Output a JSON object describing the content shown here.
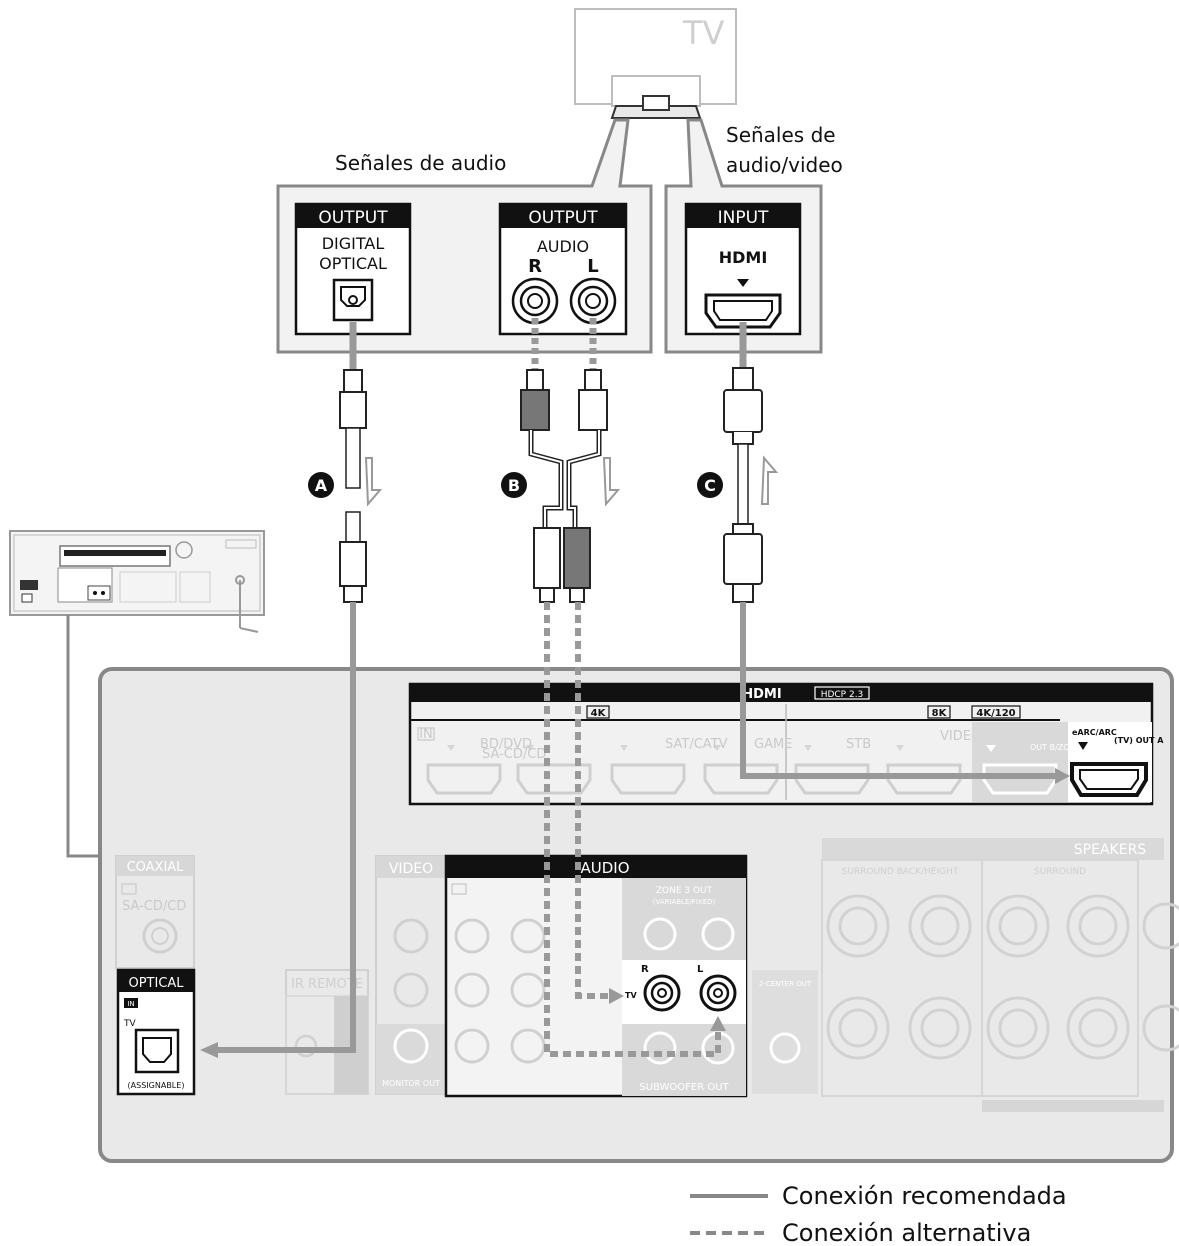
{
  "tv": {
    "label": "TV"
  },
  "panels": {
    "audio_signals_label": "Señales de audio",
    "av_signals_label_line1": "Señales de",
    "av_signals_label_line2": "audio/video",
    "optical_out": {
      "header": "OUTPUT",
      "line1": "DIGITAL",
      "line2": "OPTICAL"
    },
    "analog_out": {
      "header": "OUTPUT",
      "line1": "AUDIO",
      "r": "R",
      "l": "L"
    },
    "hdmi_in": {
      "header": "INPUT",
      "line1": "HDMI"
    }
  },
  "cables": {
    "a": "A",
    "b": "B",
    "c": "C"
  },
  "receiver": {
    "hdmi_bar": "HDMI",
    "hdcp": "HDCP 2.3",
    "k4": "4K",
    "k8": "8K",
    "k4_120": "4K/120",
    "in_tag": "IN",
    "hdmi_in_labels": [
      "BD/DVD",
      "SA-CD/CD",
      "SAT/CATV",
      "GAME",
      "STB",
      "VIDEO"
    ],
    "out_b_zone": "OUT B/ZONE",
    "earc": "eARC/ARC",
    "tv_out_a": "(TV) OUT A",
    "coaxial": "COAXIAL",
    "coax_sub": "SA-CD/CD",
    "video": "VIDEO",
    "audio": "AUDIO",
    "zone3_out": "ZONE 3 OUT",
    "zone3_sub": "(VARIABLE/FIXED)",
    "jack_r": "R",
    "jack_l": "L",
    "jack_tv": "TV",
    "ir_remote": "IR REMOTE",
    "subwoofer_out": "SUBWOOFER OUT",
    "monitor_out": "MONITOR OUT",
    "center_out": "2-CENTER OUT",
    "speakers": "SPEAKERS",
    "surround_back": "SURROUND BACK/HEIGHT",
    "surround": "SURROUND",
    "optical": "OPTICAL",
    "optical_tv": "TV",
    "assignable": "(ASSIGNABLE)"
  },
  "legend": {
    "recommended": "Conexión recomendada",
    "alternative": "Conexión alternativa"
  }
}
